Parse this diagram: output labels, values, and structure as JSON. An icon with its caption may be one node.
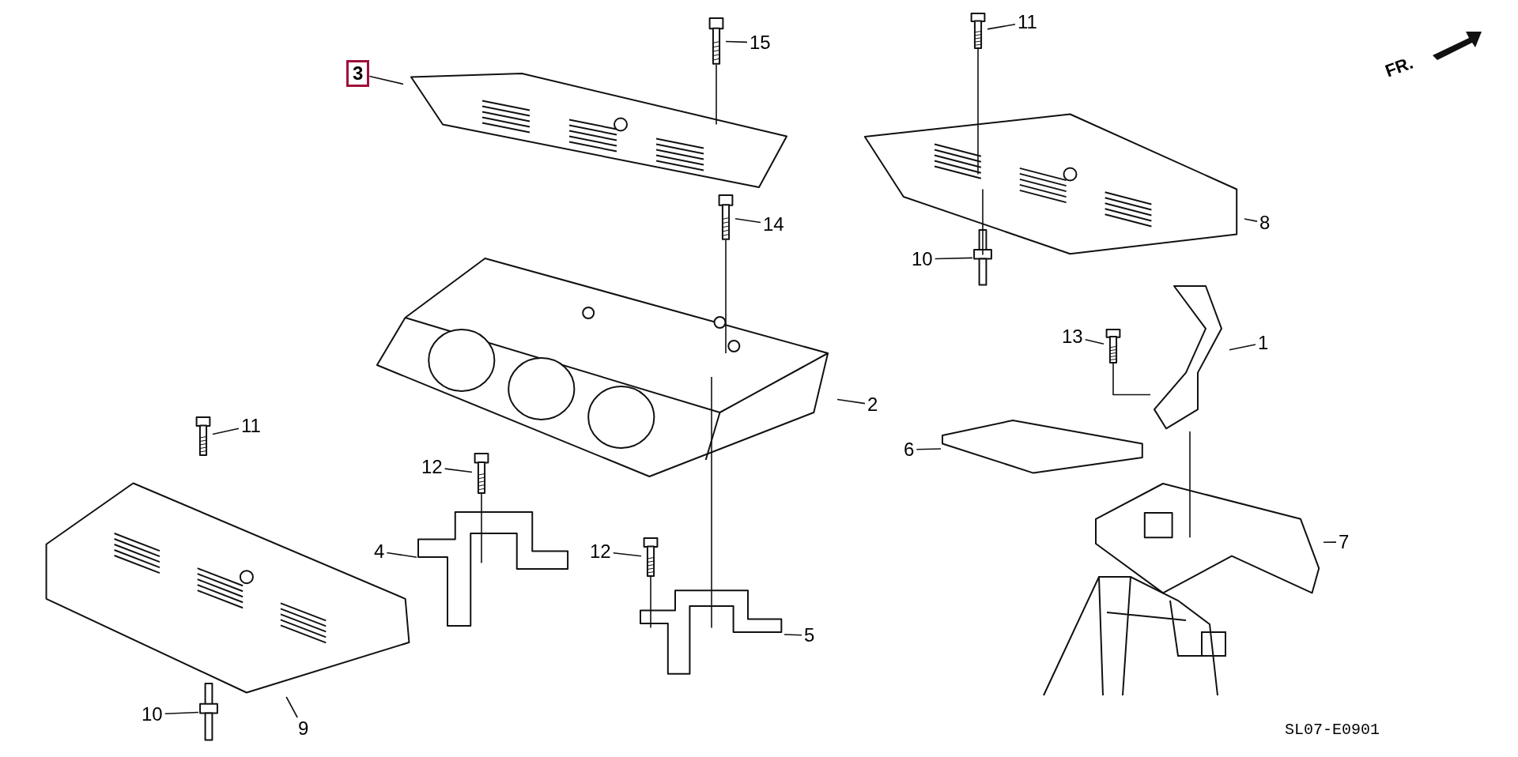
{
  "diagram": {
    "nodes": [
      {
        "text": [
          "3"
        ]
      },
      {
        "text": [],
        "shape": "picture"
      },
      {
        "text": [
          "15"
        ]
      },
      {
        "text": [],
        "shape": "picture"
      },
      {
        "text": [
          "11"
        ]
      },
      {
        "text": [],
        "shape": "picture"
      },
      {
        "text": [
          "8"
        ]
      },
      {
        "text": [],
        "shape": "picture"
      },
      {
        "text": [
          "10"
        ]
      },
      {
        "text": [],
        "shape": "picture"
      },
      {
        "text": [
          "14"
        ]
      },
      {
        "text": [],
        "shape": "picture"
      },
      {
        "text": [
          "13"
        ]
      },
      {
        "text": [],
        "shape": "picture"
      },
      {
        "text": [
          "1"
        ]
      },
      {
        "text": [],
        "shape": "picture"
      },
      {
        "text": [
          "2"
        ]
      },
      {
        "text": [],
        "shape": "picture"
      },
      {
        "text": [
          "11"
        ]
      },
      {
        "text": [],
        "shape": "picture"
      },
      {
        "text": [
          "12"
        ]
      },
      {
        "text": [],
        "shape": "picture"
      },
      {
        "text": [
          "6"
        ]
      },
      {
        "text": [],
        "shape": "picture"
      },
      {
        "text": [
          "4"
        ]
      },
      {
        "text": [],
        "shape": "picture"
      },
      {
        "text": [
          "12"
        ]
      },
      {
        "text": [],
        "shape": "picture"
      },
      {
        "text": [
          "7"
        ]
      },
      {
        "text": [],
        "shape": "picture"
      },
      {
        "text": [
          "5"
        ]
      },
      {
        "text": [],
        "shape": "picture"
      },
      {
        "text": [
          "9"
        ]
      },
      {
        "text": [],
        "shape": "picture"
      },
      {
        "text": [
          "10"
        ]
      },
      {
        "text": [],
        "shape": "picture"
      }
    ],
    "edges": [
      {
        "from": 0,
        "to": 1,
        "arrow": "none"
      },
      {
        "from": 2,
        "to": 3,
        "arrow": "none"
      },
      {
        "from": 4,
        "to": 5,
        "arrow": "none"
      },
      {
        "from": 6,
        "to": 7,
        "arrow": "none"
      },
      {
        "from": 8,
        "to": 9,
        "arrow": "none"
      },
      {
        "from": 10,
        "to": 11,
        "arrow": "none"
      },
      {
        "from": 12,
        "to": 13,
        "arrow": "none"
      },
      {
        "from": 14,
        "to": 15,
        "arrow": "none"
      },
      {
        "from": 16,
        "to": 17,
        "arrow": "none"
      },
      {
        "from": 18,
        "to": 19,
        "arrow": "none"
      },
      {
        "from": 20,
        "to": 21,
        "arrow": "none"
      },
      {
        "from": 22,
        "to": 23,
        "arrow": "none"
      },
      {
        "from": 24,
        "to": 25,
        "arrow": "none"
      },
      {
        "from": 26,
        "to": 27,
        "arrow": "none"
      },
      {
        "from": 28,
        "to": 29,
        "arrow": "none"
      },
      {
        "from": 30,
        "to": 31,
        "arrow": "none"
      },
      {
        "from": 32,
        "to": 33,
        "arrow": "none"
      },
      {
        "from": 34,
        "to": 35,
        "arrow": "none"
      },
      {
        "from": 3,
        "to": 1,
        "arrow": "none"
      },
      {
        "from": 5,
        "to": 7,
        "arrow": "none"
      },
      {
        "from": 7,
        "to": 9,
        "arrow": "none"
      },
      {
        "from": 11,
        "to": 17,
        "arrow": "none"
      },
      {
        "from": 13,
        "to": 15,
        "arrow": "none"
      },
      {
        "from": 15,
        "to": 29,
        "arrow": "none"
      },
      {
        "from": 17,
        "to": 31,
        "arrow": "none"
      },
      {
        "from": 21,
        "to": 25,
        "arrow": "none"
      },
      {
        "from": 27,
        "to": 31,
        "arrow": "none"
      }
    ],
    "labels": [
      "FR.",
      "SL07-E0901"
    ]
  }
}
